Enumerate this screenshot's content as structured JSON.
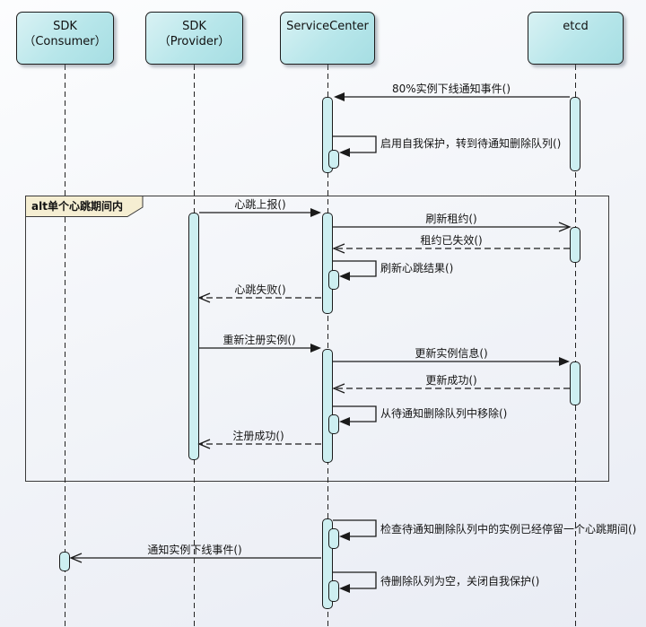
{
  "participants": [
    {
      "line1": "SDK",
      "line2": "（Consumer）"
    },
    {
      "line1": "SDK",
      "line2": "（Provider）"
    },
    {
      "line1": "ServiceCenter",
      "line2": ""
    },
    {
      "line1": "etcd",
      "line2": ""
    }
  ],
  "fragment": {
    "keyword": "alt",
    "condition": "单个心跳期间内"
  },
  "messages": {
    "notify80": {
      "label": "80%实例下线通知事件()"
    },
    "self_protect": {
      "label": "启用自我保护，转到待通知删除队列()"
    },
    "heartbeat_report": {
      "label": "心跳上报()"
    },
    "renew_lease": {
      "label": "刷新租约()"
    },
    "lease_expired": {
      "label": "租约已失效()"
    },
    "refresh_heartbeat_result": {
      "label": "刷新心跳结果()"
    },
    "heartbeat_fail": {
      "label": "心跳失败()"
    },
    "reregister": {
      "label": "重新注册实例()"
    },
    "update_instance": {
      "label": "更新实例信息()"
    },
    "update_success": {
      "label": "更新成功()"
    },
    "remove_from_queue": {
      "label": "从待通知删除队列中移除()"
    },
    "register_success": {
      "label": "注册成功()"
    },
    "check_queue": {
      "label": "检查待通知删除队列中的实例已经停留一个心跳期间()"
    },
    "notify_offline": {
      "label": "通知实例下线事件()"
    },
    "close_protect": {
      "label": "待删除队列为空，关闭自我保护()"
    }
  },
  "colors": {
    "participant_fill_top": "#d9f2f4",
    "participant_fill_bottom": "#a6dee3",
    "activation_fill": "#cdeff1",
    "fragment_label_fill": "#f5eed2",
    "line": "#1a1a1a",
    "background_bottom": "#e9ecf4"
  }
}
